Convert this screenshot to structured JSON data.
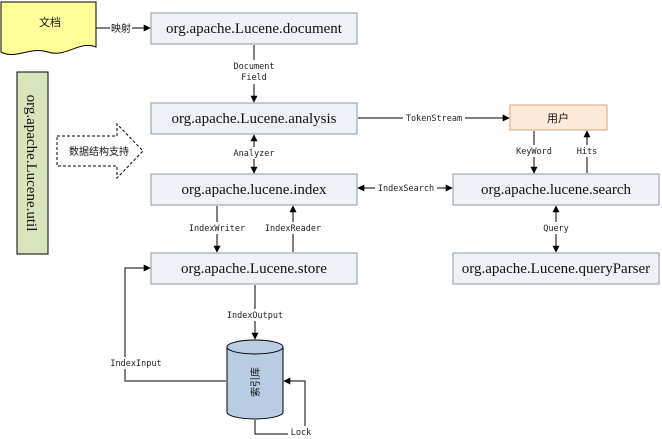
{
  "nodes": {
    "document_source": "文档",
    "document_pkg": "org.apache.Lucene.document",
    "analysis_pkg": "org.apache.Lucene.analysis",
    "index_pkg": "org.apache.lucene.index",
    "store_pkg": "org.apache.Lucene.store",
    "search_pkg": "org.apache.lucene.search",
    "queryparser_pkg": "org.apache.Lucene.queryParser",
    "user": "用户",
    "util_pkg": "org.apache.Lucene.util",
    "support_arrow": "数据结构支持",
    "index_db": "索引库"
  },
  "edges": {
    "map": "映射",
    "document": "Document",
    "field": "Field",
    "token_stream": "TokenStream",
    "analyzer": "Analyzer",
    "index_search": "IndexSearch",
    "keyword": "KeyWord",
    "hits": "Hits",
    "query": "Query",
    "index_writer": "IndexWriter",
    "index_reader": "IndexReader",
    "index_output": "IndexOutput",
    "index_input": "IndexInput",
    "lock": "Lock"
  },
  "colors": {
    "box_fill": "#eef1f6",
    "box_border": "#8d97a6",
    "doc_fill": "#ffff99",
    "util_fill": "#d8e4bc",
    "user_fill": "#fde9d9",
    "user_border": "#d8a27a",
    "db_fill": "#b8cce4",
    "db_border": "#000000"
  }
}
